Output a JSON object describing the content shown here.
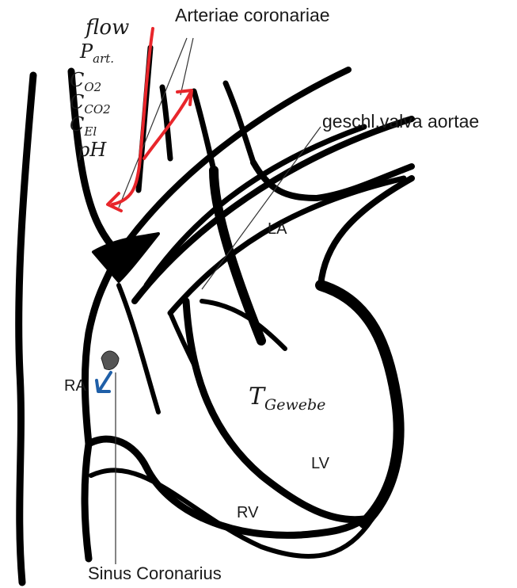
{
  "labels": {
    "arteriae": "Arteriae coronariae",
    "valva": "geschl.valva aortae",
    "la": "LA",
    "ra": "RA",
    "lv": "LV",
    "rv": "RV",
    "sinus": "Sinus Coronarius"
  },
  "variables": {
    "flow": "flow",
    "p_art": {
      "base": "P",
      "sub": "art."
    },
    "c_o2": {
      "base": "C",
      "sub": "O2"
    },
    "c_co2": {
      "base": "C",
      "sub": "CO2"
    },
    "c_el": {
      "base": "C",
      "sub": "El"
    },
    "ph": "pH"
  },
  "tissue_temp": {
    "base": "T",
    "sub": "Gewebe"
  },
  "colors": {
    "outline": "#000000",
    "arterial_flow": "#e8262b",
    "venous_flow": "#1f5fa8",
    "pointer_line": "#333333"
  }
}
